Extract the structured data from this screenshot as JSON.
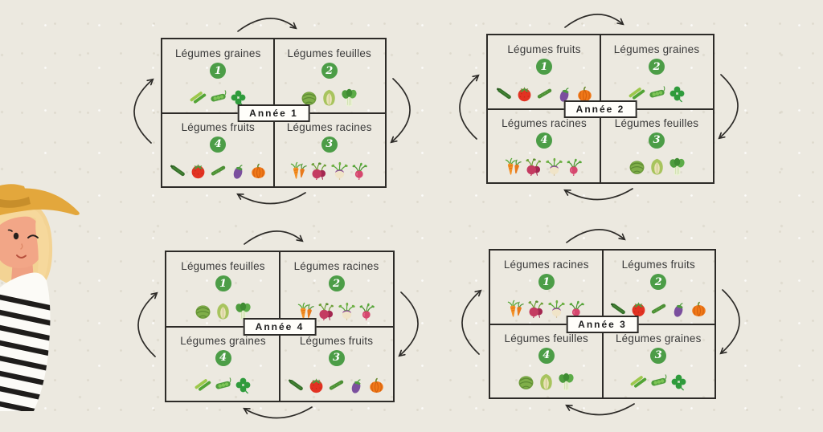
{
  "colors": {
    "background": "#ece9e0",
    "line": "#2d2b28",
    "text": "#3a3a3a",
    "badge": "#4c9d47",
    "label-bg": "#fffefa"
  },
  "rotation_direction": "clockwise",
  "categories": {
    "graines": {
      "label": "Légumes graines",
      "icons": [
        "green-beans",
        "pea-pod",
        "clover"
      ]
    },
    "feuilles": {
      "label": "Légumes feuilles",
      "icons": [
        "cabbage",
        "lettuce",
        "bok-choy"
      ]
    },
    "fruits": {
      "label": "Légumes fruits",
      "icons": [
        "zucchini",
        "tomato",
        "cucumber",
        "eggplant",
        "pumpkin"
      ]
    },
    "racines": {
      "label": "Légumes racines",
      "icons": [
        "carrots",
        "beet",
        "turnip",
        "radish"
      ]
    }
  },
  "panels": [
    {
      "year": "Année 1",
      "quadrants": [
        {
          "label": "Légumes graines",
          "number": "1",
          "cat": "graines"
        },
        {
          "label": "Légumes feuilles",
          "number": "2",
          "cat": "feuilles"
        },
        {
          "label": "Légumes fruits",
          "number": "4",
          "cat": "fruits"
        },
        {
          "label": "Légumes racines",
          "number": "3",
          "cat": "racines"
        }
      ]
    },
    {
      "year": "Année 2",
      "quadrants": [
        {
          "label": "Légumes fruits",
          "number": "1",
          "cat": "fruits"
        },
        {
          "label": "Légumes graines",
          "number": "2",
          "cat": "graines"
        },
        {
          "label": "Légumes racines",
          "number": "4",
          "cat": "racines"
        },
        {
          "label": "Légumes feuilles",
          "number": "3",
          "cat": "feuilles"
        }
      ]
    },
    {
      "year": "Année 4",
      "quadrants": [
        {
          "label": "Légumes feuilles",
          "number": "1",
          "cat": "feuilles"
        },
        {
          "label": "Légumes racines",
          "number": "2",
          "cat": "racines"
        },
        {
          "label": "Légumes graines",
          "number": "4",
          "cat": "graines"
        },
        {
          "label": "Légumes fruits",
          "number": "3",
          "cat": "fruits"
        }
      ]
    },
    {
      "year": "Année 3",
      "quadrants": [
        {
          "label": "Légumes racines",
          "number": "1",
          "cat": "racines"
        },
        {
          "label": "Légumes fruits",
          "number": "2",
          "cat": "fruits"
        },
        {
          "label": "Légumes feuilles",
          "number": "4",
          "cat": "feuilles"
        },
        {
          "label": "Légumes graines",
          "number": "3",
          "cat": "graines"
        }
      ]
    }
  ],
  "character": {
    "description": "winking woman with straw hat and striped shirt peeking from left edge"
  }
}
